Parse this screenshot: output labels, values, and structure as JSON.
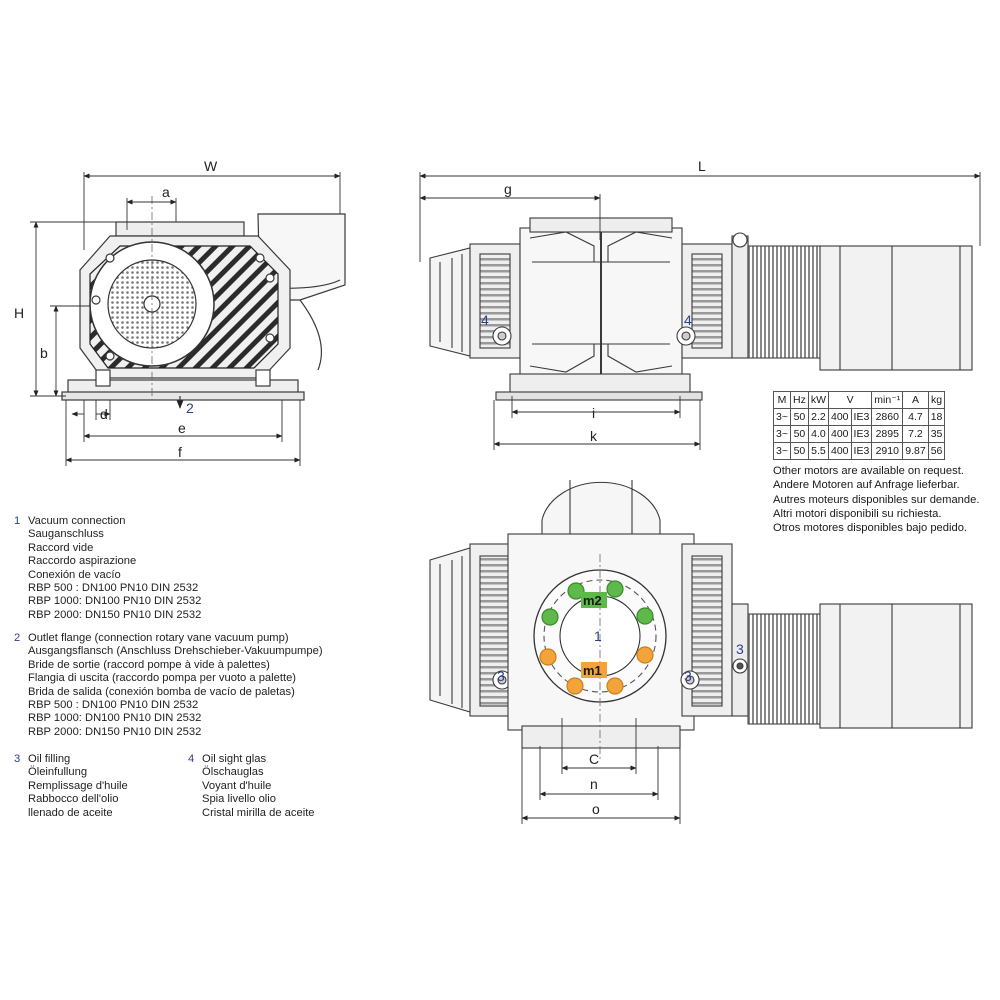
{
  "dimensions": {
    "W": "W",
    "L": "L",
    "H": "H",
    "a": "a",
    "b": "b",
    "d": "d",
    "e": "e",
    "f": "f",
    "g": "g",
    "i": "i",
    "k": "k",
    "C": "C",
    "n": "n",
    "o": "o"
  },
  "callouts": {
    "one": "1",
    "two": "2",
    "three": "3",
    "four": "4",
    "m1": "m1",
    "m2": "m2"
  },
  "colors": {
    "callout": "#2a3f8f",
    "m1": "#f2a33a",
    "m2": "#5db94a",
    "line": "#3a3a3a"
  },
  "motor_table": {
    "header": [
      "M",
      "Hz",
      "kW",
      "V",
      "min⁻¹",
      "A",
      "kg"
    ],
    "rows": [
      [
        "3~",
        "50",
        "2.2",
        "400",
        "IE3",
        "2860",
        "4.7",
        "18"
      ],
      [
        "3~",
        "50",
        "4.0",
        "400",
        "IE3",
        "2895",
        "7.2",
        "35"
      ],
      [
        "3~",
        "50",
        "5.5",
        "400",
        "IE3",
        "2910",
        "9.87",
        "56"
      ]
    ]
  },
  "motor_notes": [
    "Other motors are available on request.",
    "Andere Motoren auf Anfrage lieferbar.",
    "Autres moteurs disponibles sur demande.",
    "Altri motori disponibili su richiesta.",
    "Otros motores disponibles bajo pedido."
  ],
  "legend": [
    {
      "num": "1",
      "lines": [
        "Vacuum connection",
        "Sauganschluss",
        "Raccord vide",
        "Raccordo aspirazione",
        "Conexión de vacío",
        "RBP 500  : DN100 PN10 DIN 2532",
        "RBP 1000: DN100 PN10 DIN 2532",
        "RBP 2000: DN150 PN10 DIN 2532"
      ]
    },
    {
      "num": "2",
      "lines": [
        "Outlet flange (connection rotary vane vacuum pump)",
        "Ausgangsflansch (Anschluss Drehschieber-Vakuumpumpe)",
        "Bride de sortie (raccord pompe à vide à palettes)",
        "Flangia di uscita (raccordo pompa per vuoto a palette)",
        "Brida de salida (conexión bomba de vacío de paletas)",
        "RBP 500  : DN100 PN10 DIN 2532",
        "RBP 1000: DN100 PN10 DIN 2532",
        "RBP 2000: DN150 PN10 DIN 2532"
      ]
    },
    {
      "num": "3",
      "lines": [
        "Oil filling",
        "Öleinfullung",
        "Remplissage d'huile",
        "Rabbocco dell'olio",
        "llenado de aceite"
      ]
    },
    {
      "num": "4",
      "lines": [
        "Oil sight glas",
        "Ölschauglas",
        "Voyant d'huile",
        "Spia livello olio",
        "Cristal mirilla de aceite"
      ]
    }
  ]
}
